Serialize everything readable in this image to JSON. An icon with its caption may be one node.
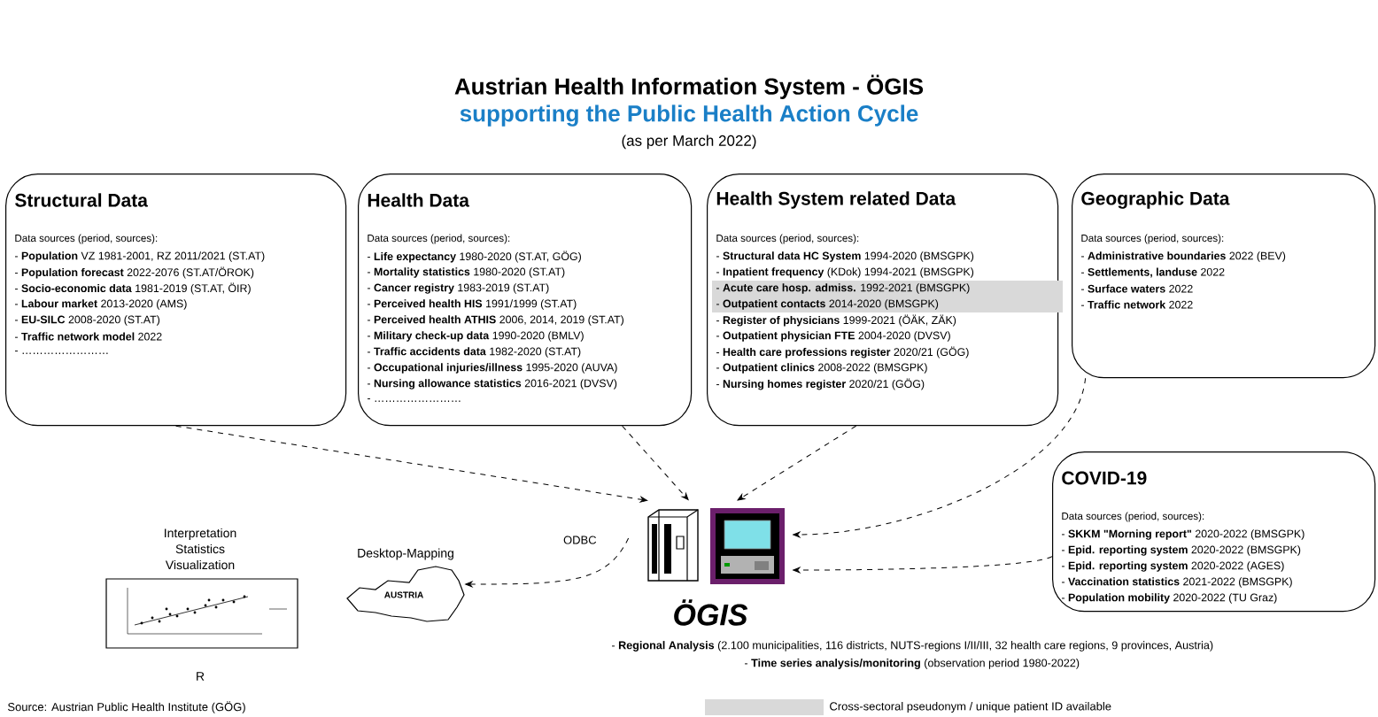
{
  "diagram": {
    "title": "Austrian Health Information System - ÖGIS",
    "caption": "Source: Austrian Public Health Institute (GÖG)",
    "nodes": [
      {
        "text": [
          "Structural Data",
          "Data sources (period, sources):",
          "- **Population** VZ 1981-2001, RZ 2011/2021 (ST.AT)",
          "- **Population forecast** 2022-2076 (ST.AT/ÖROK)",
          "- **Socio-economic data** 1981-2019 (ST.AT, ÖIR)",
          "- **Labour market**  2013-2020 (AMS)",
          "- **EU-SILC** 2008-2020 (ST.AT)",
          "- **Traffic network model** 2022",
          "- ……………………"
        ]
      },
      {
        "text": [
          "Health Data",
          "Data sources (period, sources):",
          "- **Life expectancy** 1980-2020 (ST.AT, GÖG)",
          "- **Mortality statistics** 1980-2020 (ST.AT)",
          "- **Cancer registry** 1983-2019 (ST.AT)",
          "- **Perceived health HIS** 1991/1999 (ST.AT)",
          "- **Perceived health ATHIS** 2006, 2014, 2019 (ST.AT)",
          "- **Military check-up data** 1990-2020 (BMLV)",
          "- **Traffic accidents data** 1982-2020 (ST.AT)",
          "- **Occupational injuries/illness** 1995-2020 (AUVA)",
          "- **Nursing allowance statistics** 2016-2021 (DVSV)",
          "- ……………………"
        ]
      },
      {
        "text": [
          "Health System related Data",
          "Data sources (period, sources):",
          "- **Structural data HC System** 1994-2020 (BMSGPK)",
          "- **Inpatient frequency** (KDok) 1994-2021 (BMSGPK)",
          "- **Acute care hosp. admiss.** 1992-2021 (BMSGPK)",
          "- **Outpatient contacts** 2014-2020 (BMSGPK)",
          "- **Register of physicians** 1999-2021 (ÖÄK, ZÄK)",
          "- **Outpatient physician FTE** 2004-2020 (DVSV)",
          "- **Health care professions register** 2020/21 (GÖG)",
          "- **Outpatient clinics** 2008-2022 (BMSGPK)",
          "- **Nursing homes register** 2020/21 (GÖG)"
        ]
      },
      {
        "text": [
          "Geographic Data",
          "Data sources (period, sources):",
          "- **Administrative boundaries** 2022 (BEV)",
          "- **Settlements, landuse** 2022",
          "- **Surface waters** 2022",
          "- **Traffic network** 2022"
        ]
      },
      {
        "text": [
          "COVID-19",
          "Data sources (period, sources):",
          "- **SKKM \"Morning report\"** 2020-2022 (BMSGPK)",
          "- **Epid. reporting system** 2020-2022 (BMSGPK)",
          "- **Epid. reporting system** 2020-2022 (AGES)",
          "- **Vaccination statistics** 2021-2022 (BMSGPK)",
          "- **Population mobility** 2020-2022 (TU Graz)"
        ]
      },
      {
        "text": [
          "ÖGIS"
        ]
      },
      {
        "text": [
          "Interpretation Statistics Visualization",
          "R"
        ]
      },
      {
        "text": [
          "Desktop-Mapping"
        ]
      }
    ],
    "edges": [
      {
        "from": 0,
        "to": 5,
        "arrow": "to",
        "style": "dashed"
      },
      {
        "from": 1,
        "to": 5,
        "arrow": "to",
        "style": "dashed"
      },
      {
        "from": 2,
        "to": 5,
        "arrow": "to",
        "style": "dashed"
      },
      {
        "from": 3,
        "to": 5,
        "arrow": "to",
        "style": "dashed"
      },
      {
        "from": 4,
        "to": 5,
        "arrow": "to",
        "style": "dashed"
      },
      {
        "from": 5,
        "to": 7,
        "arrow": "to",
        "style": "dashed",
        "label": "ODBC"
      }
    ],
    "labels": [
      "supporting the Public Health Action Cycle",
      "(as per March 2022)",
      "AUSTRIA",
      "- **Regional Analysis** (2.100 municipalities, 116 districts, NUTS-regions I/II/III, 32 health care regions, 9 provinces, Austria)",
      "- **Time series analysis/monitoring** (observation period 1980-2022)"
    ],
    "legend": [
      {
        "text": "Cross-sectoral pseudonym / unique patient ID available",
        "color": "#d9d9d9"
      }
    ]
  }
}
